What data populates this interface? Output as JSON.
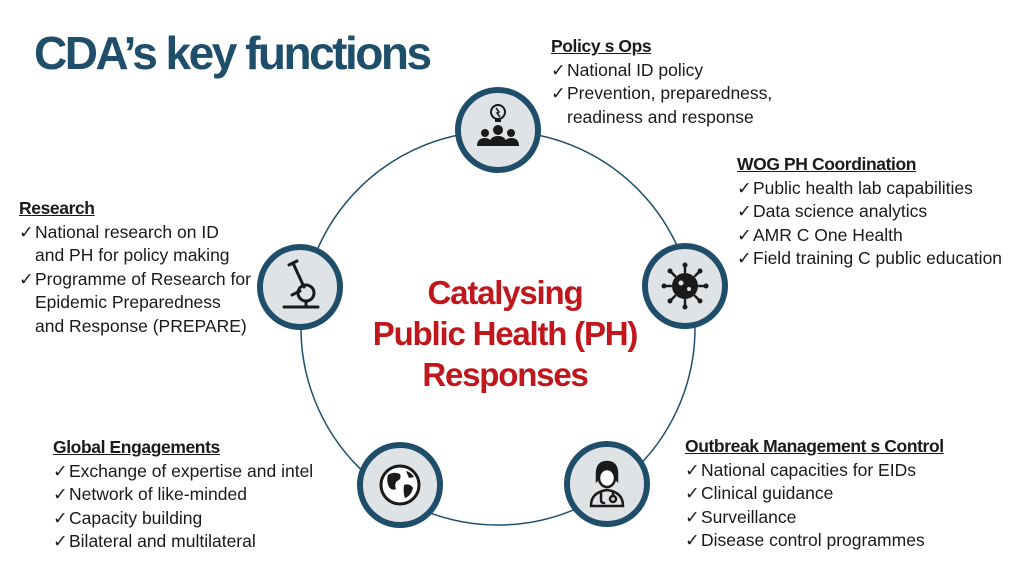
{
  "title": "CDA’s key functions",
  "center": {
    "line1": "Catalysing",
    "line2": "Public Health (PH)",
    "line3": "Responses"
  },
  "colors": {
    "title": "#1f4e6b",
    "ring": "#1f4e6b",
    "center_text": "#c0161c",
    "node_fill": "#dfe3e6"
  },
  "blocks": {
    "policy": {
      "heading": "Policy s Ops",
      "items": [
        "National ID policy",
        "Prevention, preparedness,",
        "readiness and response"
      ]
    },
    "wog": {
      "heading": "WOG PH Coordination",
      "items": [
        "Public health lab capabilities",
        "Data science analytics",
        "AMR C One Health",
        "Field training C public education"
      ]
    },
    "research": {
      "heading": "Research",
      "items": [
        "National research on ID",
        "and PH for policy making",
        "Programme of Research for",
        "Epidemic Preparedness",
        "and Response (PREPARE)"
      ]
    },
    "global": {
      "heading": "Global Engagements",
      "items": [
        "Exchange of expertise and intel",
        "Network of like-minded",
        "Capacity building",
        "Bilateral and multilateral"
      ]
    },
    "outbreak": {
      "heading": "Outbreak Management s Control",
      "items": [
        "National capacities for EIDs",
        "Clinical guidance",
        "Surveillance",
        "Disease control programmes"
      ]
    }
  },
  "check_glyph": "✓",
  "node_icons": [
    "team-idea-icon",
    "microscope-icon",
    "virus-icon",
    "globe-icon",
    "doctor-icon"
  ]
}
